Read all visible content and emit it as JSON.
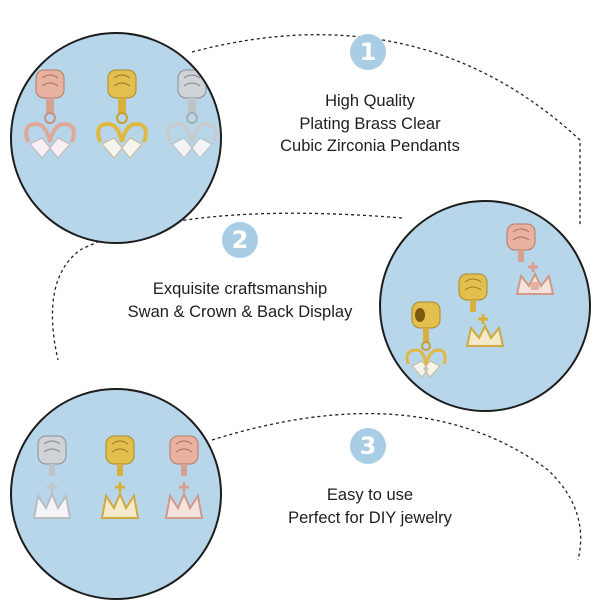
{
  "colors": {
    "circle_fill": "#b7d6ea",
    "badge_fill": "#a9cde4",
    "rose_gold": "#e8b1a0",
    "gold": "#e3bf4d",
    "silver": "#cfd2d6"
  },
  "sections": [
    {
      "number": "1",
      "lines": [
        "High Quality",
        "Plating Brass Clear",
        "Cubic Zirconia Pendants"
      ],
      "image": "three swan pendants in rose gold, gold and silver"
    },
    {
      "number": "2",
      "lines": [
        "Exquisite craftsmanship",
        "Swan & Crown & Back Display"
      ],
      "image": "swan pendant and crown pendants, back side display"
    },
    {
      "number": "3",
      "lines": [
        "Easy to use",
        "Perfect for DIY jewelry"
      ],
      "image": "three crown pendants in silver, gold and rose gold"
    }
  ]
}
